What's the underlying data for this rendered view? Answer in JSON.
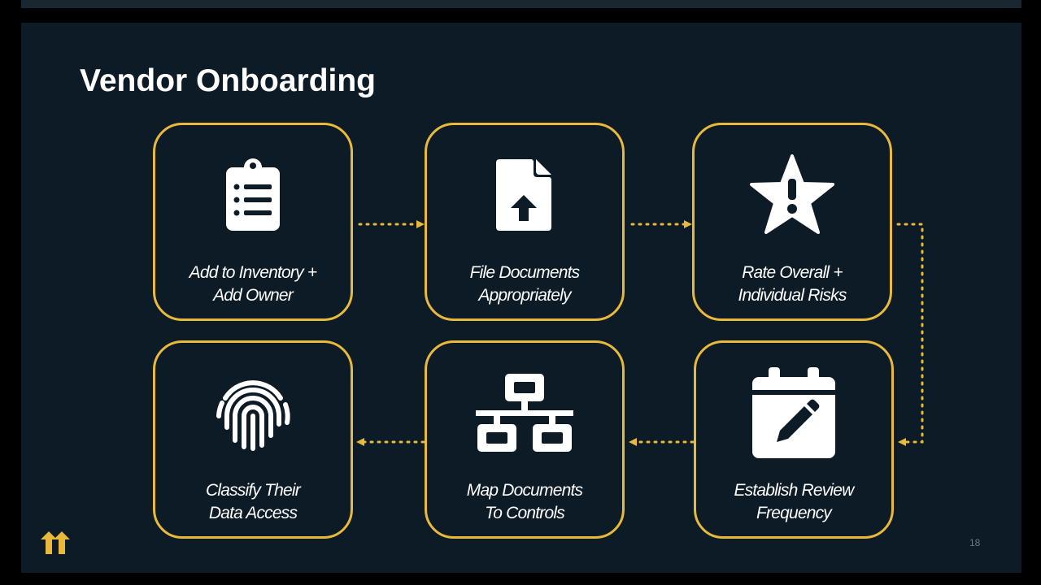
{
  "slide": {
    "title": "Vendor Onboarding",
    "page_number": "18"
  },
  "colors": {
    "background": "#0d1b26",
    "accent": "#e8b93a",
    "text": "#ffffff"
  },
  "steps": [
    {
      "icon": "clipboard-list-icon",
      "lines": [
        "Add to Inventory +",
        "Add Owner"
      ]
    },
    {
      "icon": "file-upload-icon",
      "lines": [
        "File Documents",
        "Appropriately"
      ]
    },
    {
      "icon": "star-exclamation-icon",
      "lines": [
        "Rate Overall +",
        "Individual Risks"
      ]
    },
    {
      "icon": "calendar-edit-icon",
      "lines": [
        "Establish Review",
        "Frequency"
      ]
    },
    {
      "icon": "network-icon",
      "lines": [
        "Map Documents",
        "To Controls"
      ]
    },
    {
      "icon": "fingerprint-icon",
      "lines": [
        "Classify Their",
        "Data Access"
      ]
    }
  ],
  "flow": [
    "step-1 -> step-2",
    "step-2 -> step-3",
    "step-3 -> step-4",
    "step-4 -> step-5",
    "step-5 -> step-6"
  ],
  "logo": {
    "icon": "arrows-logo-icon"
  }
}
